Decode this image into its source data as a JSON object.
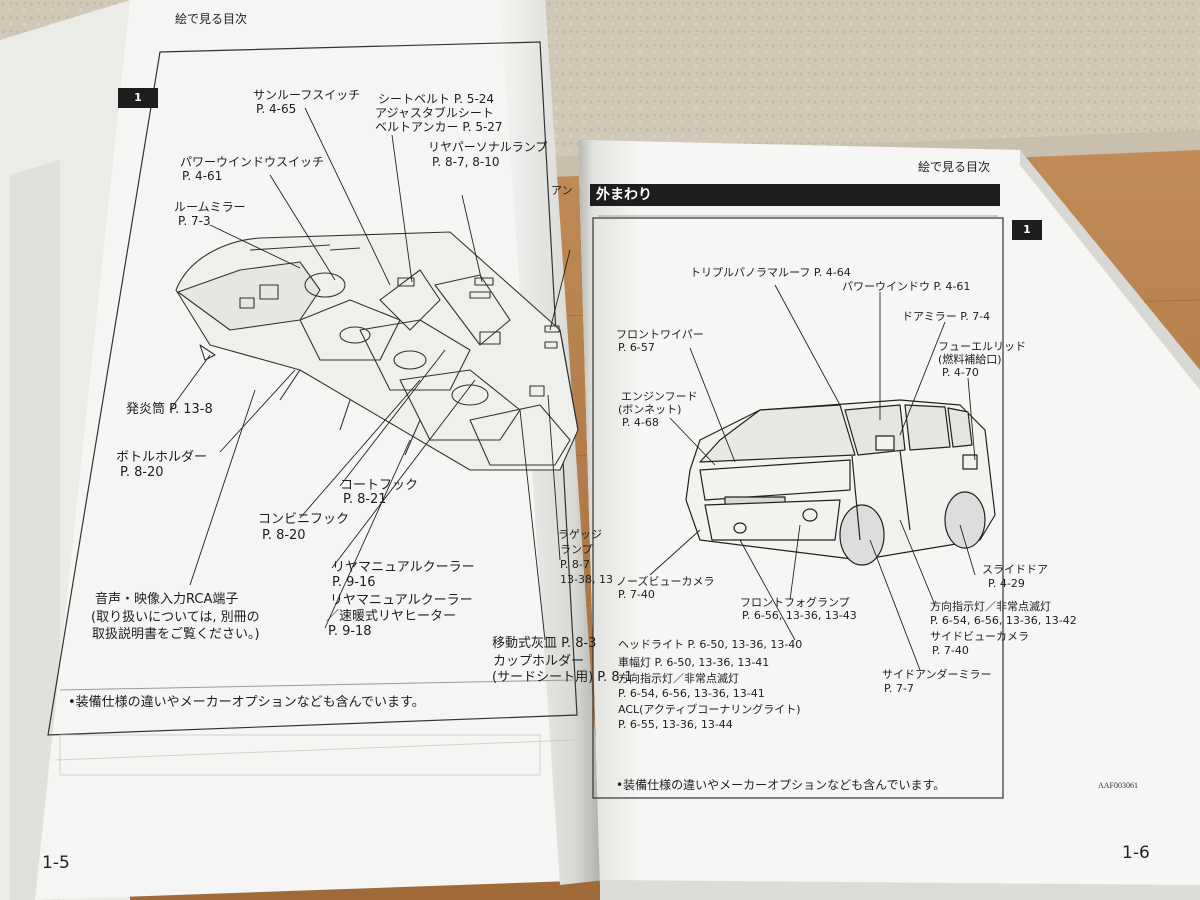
{
  "left_page": {
    "header": "絵で見る目次",
    "tab": "1",
    "page_number": "1-5",
    "footnote": "•装備仕様の違いやメーカーオプションなども含んでいます。",
    "labels": {
      "sunroof_switch": "サンルーフスイッチ",
      "sunroof_switch_page": "P. 4-65",
      "seatbelt": "シートベルト P. 5-24",
      "adjustable": "アジャスタブルシート",
      "belt_anchor": "ベルトアンカー P. 5-27",
      "rear_personal_lamp": "リヤパーソナルランプ",
      "rear_personal_lamp_page": "P. 8-7, 8-10",
      "power_window_switch": "パワーウインドウスイッチ",
      "power_window_switch_page": "P. 4-61",
      "room_mirror": "ルームミラー",
      "room_mirror_page": "P. 7-3",
      "cut_off_1": "アン",
      "cut_off_2": "ラゲッジ",
      "cut_off_3": "ランプ",
      "cut_off_4": "P. 8-7",
      "cut_off_5": "13-38, 13",
      "lighter": "発炎筒 P. 13-8",
      "bottle_holder": "ボトルホルダー",
      "bottle_holder_page": "P. 8-20",
      "coat_hook": "コートフック",
      "coat_hook_page": "P. 8-21",
      "convenience_hook": "コンビニフック",
      "convenience_hook_page": "P. 8-20",
      "rear_manual_cooler": "リヤマニュアルクーラー",
      "rear_manual_cooler_page": "P. 9-16",
      "rear_manual_cooler2": "リヤマニュアルクーラー",
      "rear_heater": "／速暖式リヤヒーター",
      "rear_heater_page": "P. 9-18",
      "rca_1": "音声・映像入力RCA端子",
      "rca_2": "(取り扱いについては, 別冊の",
      "rca_3": "取扱説明書をご覧ください。)",
      "ashtray": "移動式灰皿 P. 8-3",
      "cup_holder": "カップホルダー",
      "third_seat": "(サードシート用) P. 8-1"
    }
  },
  "right_page": {
    "header": "絵で見る目次",
    "section_title": "外まわり",
    "tab": "1",
    "page_number": "1-6",
    "figure_code": "AAF003061",
    "footnote": "•装備仕様の違いやメーカーオプションなども含んでいます。",
    "labels": {
      "panorama_roof": "トリプルパノラマルーフ P. 4-64",
      "power_window": "パワーウインドウ P. 4-61",
      "door_mirror": "ドアミラー P. 7-4",
      "fuel_lid": "フューエルリッド",
      "fuel_lid_sub": "(燃料補給口)",
      "fuel_lid_page": "P. 4-70",
      "front_wiper": "フロントワイパー",
      "front_wiper_page": "P. 6-57",
      "engine_hood": "エンジンフード",
      "bonnet": "(ボンネット)",
      "engine_hood_page": "P. 4-68",
      "nose_view_camera": "ノーズビューカメラ",
      "nose_view_camera_page": "P. 7-40",
      "front_fog": "フロントフォグランプ",
      "front_fog_page": "P. 6-56, 13-36, 13-43",
      "slide_door": "スライドドア",
      "slide_door_page": "P. 4-29",
      "turn_signal": "方向指示灯／非常点滅灯",
      "turn_signal_page": "P. 6-54, 6-56, 13-36, 13-42",
      "side_view_camera": "サイドビューカメラ",
      "side_view_camera_page": "P. 7-40",
      "headlight": "ヘッドライト P. 6-50, 13-36, 13-40",
      "clearance_lamp": "車幅灯 P. 6-50, 13-36, 13-41",
      "turn_signal2": "方向指示灯／非常点滅灯",
      "turn_signal2_page": "P. 6-54, 6-56, 13-36, 13-41",
      "acl": "ACL(アクティブコーナリングライト)",
      "acl_page": "P. 6-55, 13-36, 13-44",
      "side_under_mirror": "サイドアンダーミラー",
      "side_under_mirror_page": "P. 7-7"
    }
  },
  "colors": {
    "paper": "#f4f4f2",
    "ink": "#1e1e1e",
    "bar": "#1d1d1d",
    "wall": "#cfc4b4",
    "wood": "#b07d4a"
  }
}
